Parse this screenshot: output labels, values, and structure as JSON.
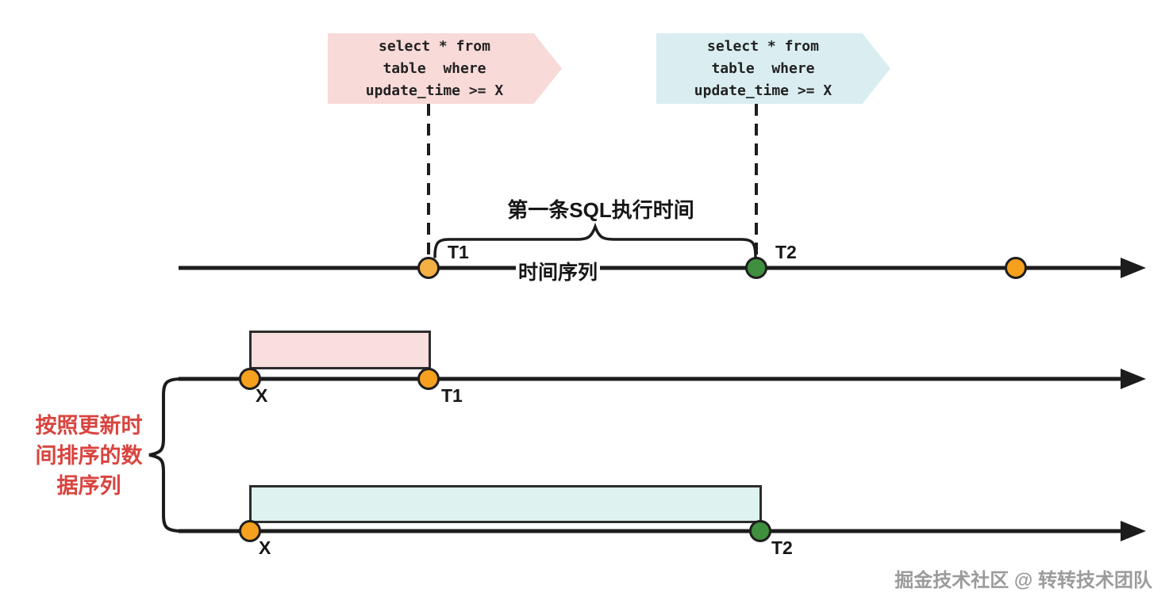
{
  "colors": {
    "pink_callout": "#f8dad8",
    "blue_callout": "#daeef1",
    "pink_rect": "#f8dedd",
    "blue_rect": "#def2f0",
    "orange": "#f5a01e",
    "light_orange": "#f5b044",
    "green": "#3f8f3f",
    "red_text": "#d9443f",
    "line": "#1c1c1c",
    "watermark": "#9b9b9b"
  },
  "callouts": {
    "pink": {
      "line1": "select * from",
      "line2": "table  where",
      "line3": "update_time >= X"
    },
    "blue": {
      "line1": "select * from",
      "line2": "table  where",
      "line3": "update_time >= X"
    }
  },
  "timeline1": {
    "brace_label": "第一条SQL执行时间",
    "axis_label": "时间序列",
    "t1_label": "T1",
    "t2_label": "T2"
  },
  "timeline2": {
    "x_label": "X",
    "t1_label": "T1"
  },
  "timeline3": {
    "x_label": "X",
    "t2_label": "T2"
  },
  "side_label": {
    "line1": "按照更新时",
    "line2": "间排序的数",
    "line3": "据序列"
  },
  "watermark": "掘金技术社区 @ 转转技术团队"
}
